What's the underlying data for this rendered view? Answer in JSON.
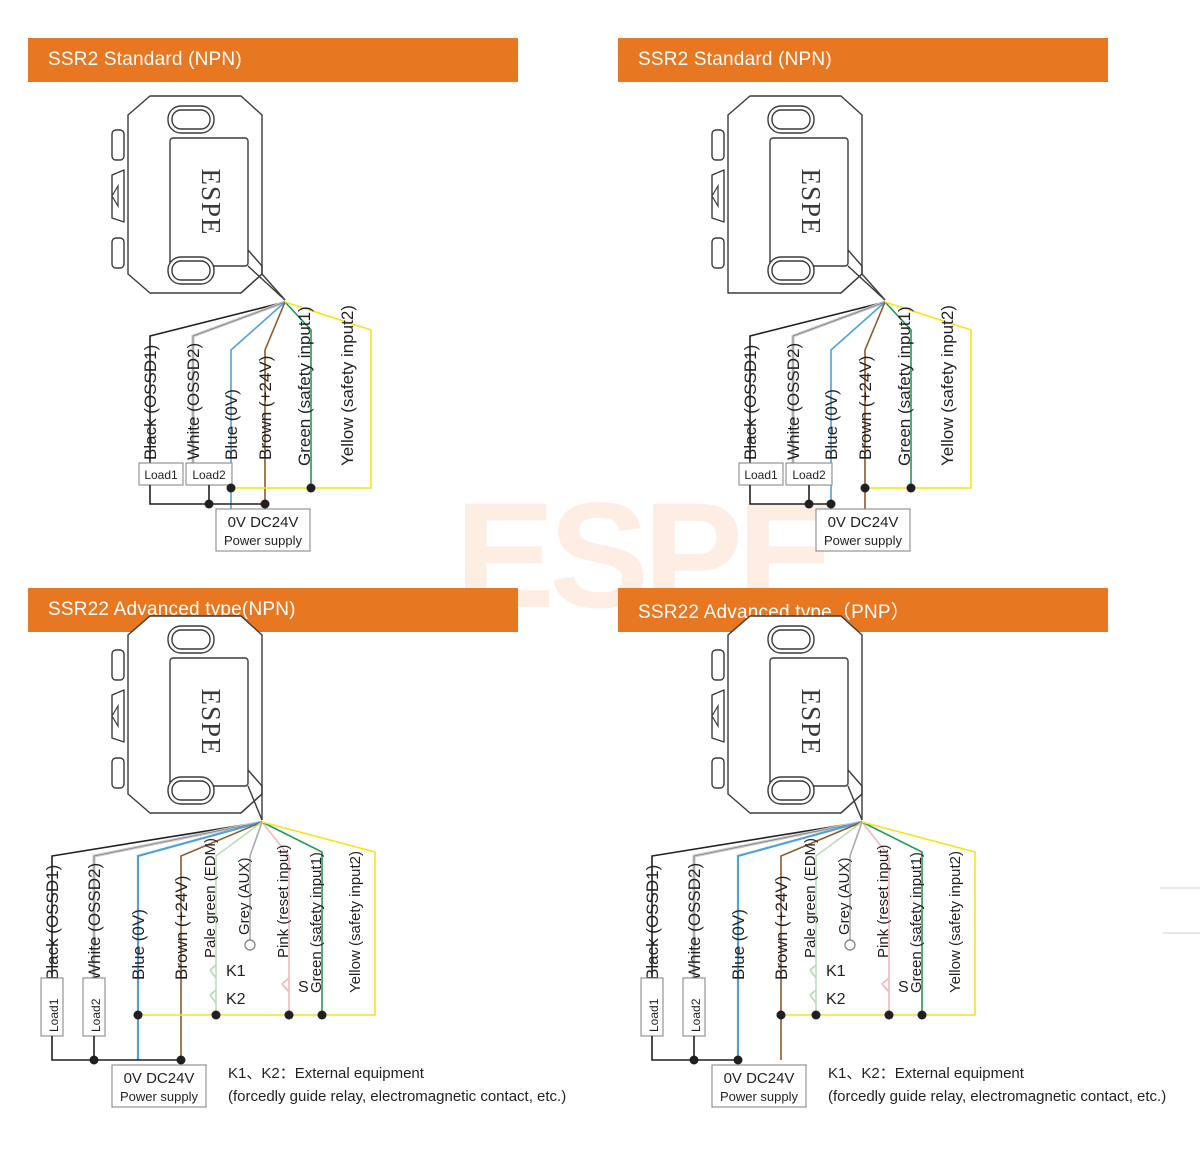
{
  "page": {
    "watermark_text": "ESPE",
    "accent_color": "#e87722",
    "background": "#ffffff"
  },
  "panels": [
    {
      "id": "ssr2-standard-npn-left",
      "title": "SSR2 Standard (NPN)",
      "device_label": "ESPE",
      "wires": [
        {
          "label": "Black  (OSSD1)",
          "color": "#231f20"
        },
        {
          "label": "White (OSSD2)",
          "color": "#c8c8c8"
        },
        {
          "label": "Blue  (0V)",
          "color": "#4da3d8"
        },
        {
          "label": "Brown  (+24V)",
          "color": "#8c5a2b"
        },
        {
          "label": "Green (safety input1)",
          "color": "#1f9a55"
        },
        {
          "label": "Yellow (safety input2)",
          "color": "#f2e616"
        }
      ],
      "loads": [
        "Load1",
        "Load2"
      ],
      "power_supply": {
        "terminals": "0V  DC24V",
        "label": "Power supply"
      },
      "common_rail": "0V"
    },
    {
      "id": "ssr2-standard-npn-right",
      "title": "SSR2 Standard (NPN)",
      "device_label": "ESPE",
      "wires": [
        {
          "label": "Black  (OSSD1)",
          "color": "#231f20"
        },
        {
          "label": "White (OSSD2)",
          "color": "#c8c8c8"
        },
        {
          "label": "Blue  (0V)",
          "color": "#4da3d8"
        },
        {
          "label": "Brown  (+24V)",
          "color": "#8c5a2b"
        },
        {
          "label": "Green (safety input1)",
          "color": "#1f9a55"
        },
        {
          "label": "Yellow (safety input2)",
          "color": "#f2e616"
        }
      ],
      "loads": [
        "Load1",
        "Load2"
      ],
      "power_supply": {
        "terminals": "0V  DC24V",
        "label": "Power supply"
      },
      "common_rail": "+24V"
    },
    {
      "id": "ssr22-advanced-npn",
      "title": "SSR22 Advanced type(NPN)",
      "device_label": "ESPE",
      "wires": [
        {
          "label": "Black  (OSSD1)",
          "color": "#231f20"
        },
        {
          "label": "White (OSSD2)",
          "color": "#c8c8c8"
        },
        {
          "label": "Blue  (0V)",
          "color": "#4da3d8"
        },
        {
          "label": "Brown  (+24V)",
          "color": "#8c5a2b"
        },
        {
          "label": "Pale green (EDM)",
          "color": "#b9ddb9"
        },
        {
          "label": "Grey (AUX)",
          "color": "#aaaaaa"
        },
        {
          "label": "Pink (reset input)",
          "color": "#f2b8c0"
        },
        {
          "label": "Green (safety input1)",
          "color": "#1f9a55"
        },
        {
          "label": "Yellow (safety input2)",
          "color": "#f2e616"
        }
      ],
      "loads": [
        "Load1",
        "Load2"
      ],
      "contacts": [
        "K1",
        "K2"
      ],
      "reset_switch": "S",
      "power_supply": {
        "terminals": "0V  DC24V",
        "label": "Power supply"
      },
      "note_line1": "K1、K2：External equipment",
      "note_line2": "(forcedly guide relay, electromagnetic contact, etc.)",
      "common_rail": "0V"
    },
    {
      "id": "ssr22-advanced-pnp",
      "title": "SSR22 Advanced type（PNP）",
      "device_label": "ESPE",
      "wires": [
        {
          "label": "Black  (OSSD1)",
          "color": "#231f20"
        },
        {
          "label": "White (OSSD2)",
          "color": "#c8c8c8"
        },
        {
          "label": "Blue  (0V)",
          "color": "#4da3d8"
        },
        {
          "label": "Brown  (+24V)",
          "color": "#8c5a2b"
        },
        {
          "label": "Pale green (EDM)",
          "color": "#b9ddb9"
        },
        {
          "label": "Grey (AUX)",
          "color": "#aaaaaa"
        },
        {
          "label": "Pink (reset input)",
          "color": "#f2b8c0"
        },
        {
          "label": "Green (safety input1)",
          "color": "#1f9a55"
        },
        {
          "label": "Yellow (safety input2)",
          "color": "#f2e616"
        }
      ],
      "loads": [
        "Load1",
        "Load2"
      ],
      "contacts": [
        "K1",
        "K2"
      ],
      "reset_switch": "S",
      "power_supply": {
        "terminals": "0V  DC24V",
        "label": "Power supply"
      },
      "note_line1": "K1、K2：External equipment",
      "note_line2": "(forcedly guide relay, electromagnetic contact, etc.)",
      "common_rail": "+24V"
    }
  ]
}
